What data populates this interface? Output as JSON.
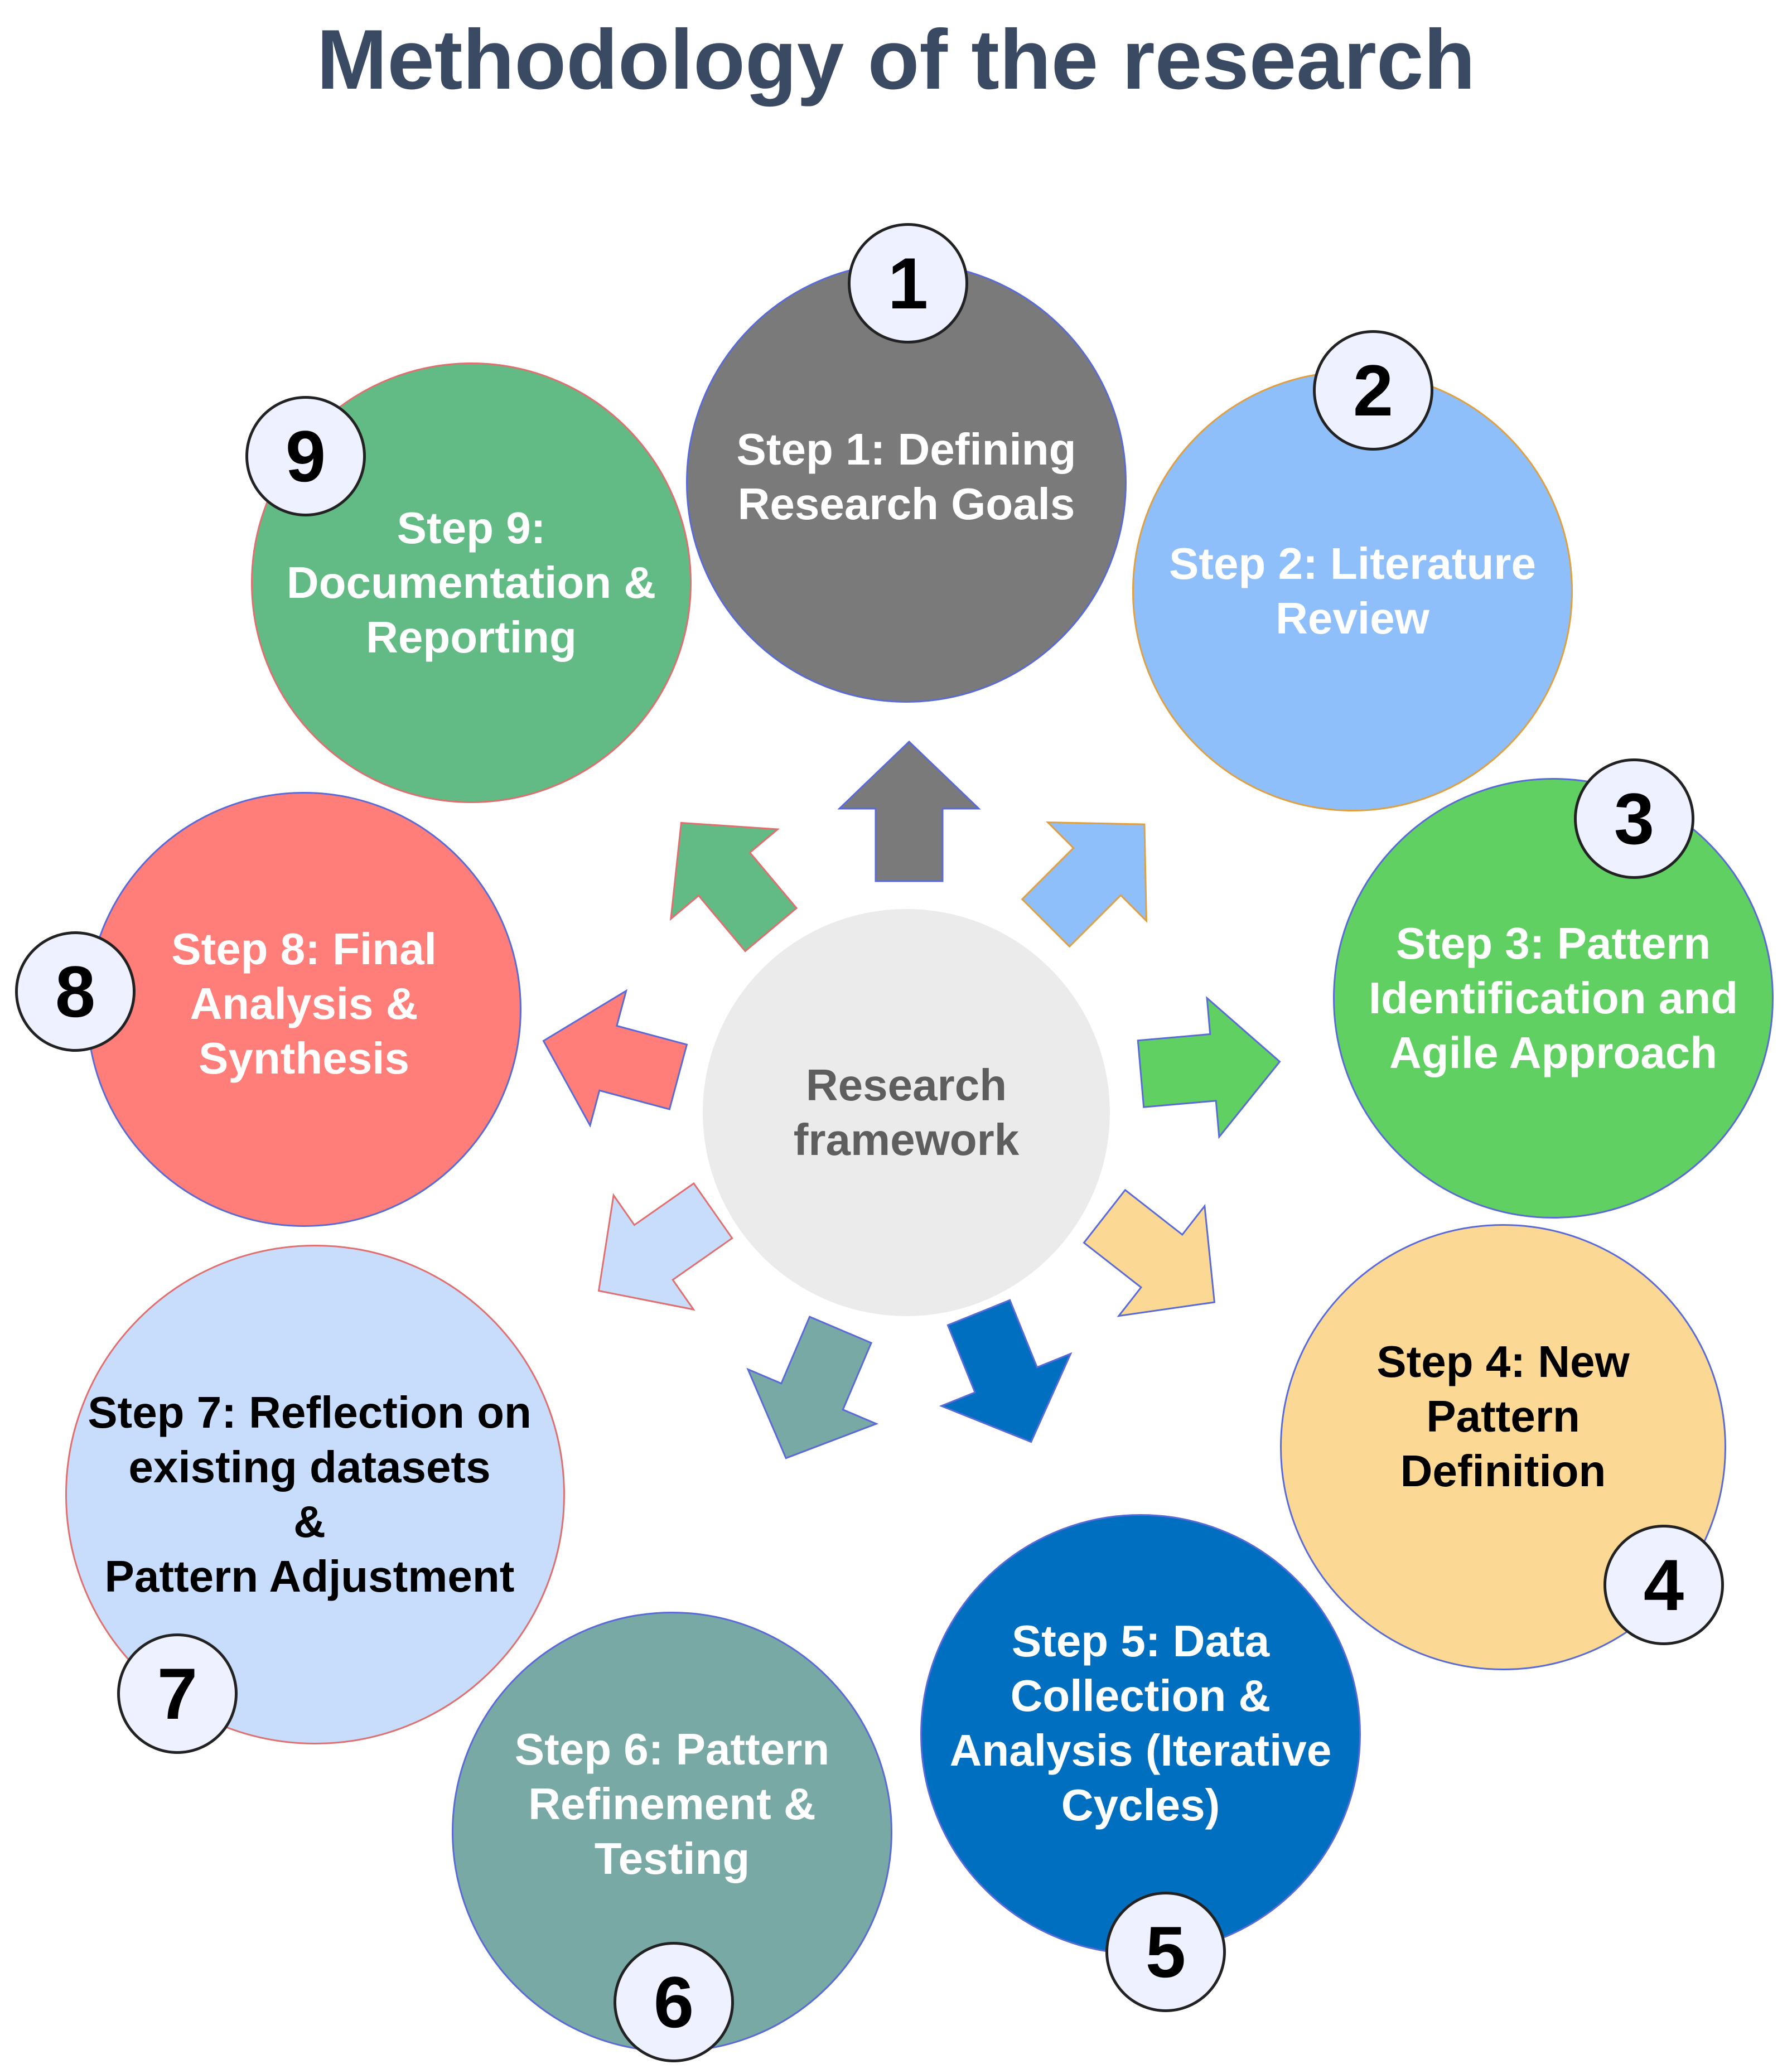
{
  "title": "Methodology of the research",
  "center": {
    "label": "Research\nframework",
    "color": "#ebebeb"
  },
  "steps": [
    {
      "number": "1",
      "label": "Step 1: Defining\nResearch Goals",
      "color": "#7a7a7a",
      "text_color": "#ffffff"
    },
    {
      "number": "2",
      "label": "Step 2: Literature\nReview",
      "color": "#8fbffa",
      "text_color": "#ffffff"
    },
    {
      "number": "3",
      "label": "Step 3: Pattern\nIdentification and\nAgile Approach",
      "color": "#61d062",
      "text_color": "#ffffff"
    },
    {
      "number": "4",
      "label": "Step 4: New Pattern\nDefinition",
      "color": "#fbd995",
      "text_color": "#000000"
    },
    {
      "number": "5",
      "label": "Step 5: Data\nCollection &\nAnalysis (Iterative\nCycles)",
      "color": "#006fc0",
      "text_color": "#ffffff"
    },
    {
      "number": "6",
      "label": "Step 6: Pattern\nRefinement &\nTesting",
      "color": "#78a9a4",
      "text_color": "#ffffff"
    },
    {
      "number": "7",
      "label": "Step 7: Reflection on\nexisting datasets\n&\nPattern Adjustment",
      "color": "#c8dcfc",
      "text_color": "#000000"
    },
    {
      "number": "8",
      "label": "Step 8: Final\nAnalysis &\nSynthesis",
      "color": "#ff7e7a",
      "text_color": "#ffffff"
    },
    {
      "number": "9",
      "label": "Step 9:\nDocumentation &\nReporting",
      "color": "#62bb84",
      "text_color": "#ffffff"
    }
  ]
}
